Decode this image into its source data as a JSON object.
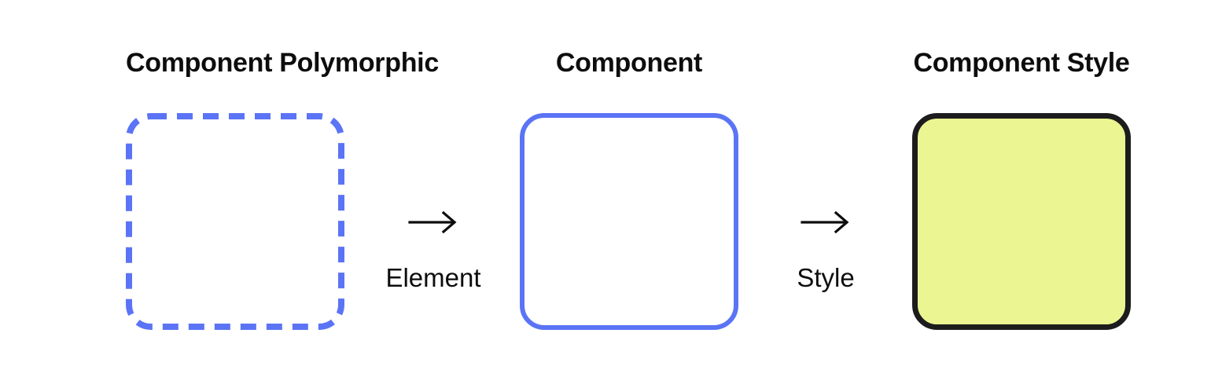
{
  "diagram": {
    "title_text": "Component Polymorphic to Component to Component Style",
    "background_color": "#ffffff",
    "accent_blue": "#5B74F5",
    "outline_black": "#1C1C1C",
    "fill_yellow": "#EBF592"
  },
  "stages": [
    {
      "id": "component-polymorphic",
      "title": "Component Polymorphic",
      "shape": "rounded-rect",
      "border_style": "dashed",
      "border_color": "#5B74F5",
      "border_width": 8,
      "fill": "none",
      "corner_radius": 28
    },
    {
      "id": "component",
      "title": "Component",
      "shape": "rounded-rect",
      "border_style": "solid",
      "border_color": "#5B74F5",
      "border_width": 6,
      "fill": "none",
      "corner_radius": 28
    },
    {
      "id": "component-style",
      "title": "Component Style",
      "shape": "rounded-rect",
      "border_style": "solid",
      "border_color": "#1C1C1C",
      "border_width": 7,
      "fill": "#EBF592",
      "corner_radius": 28
    }
  ],
  "connectors": [
    {
      "id": "element",
      "label": "Element",
      "arrow": "right-arrow",
      "color": "#0d0d0d"
    },
    {
      "id": "style",
      "label": "Style",
      "arrow": "right-arrow",
      "color": "#0d0d0d"
    }
  ]
}
